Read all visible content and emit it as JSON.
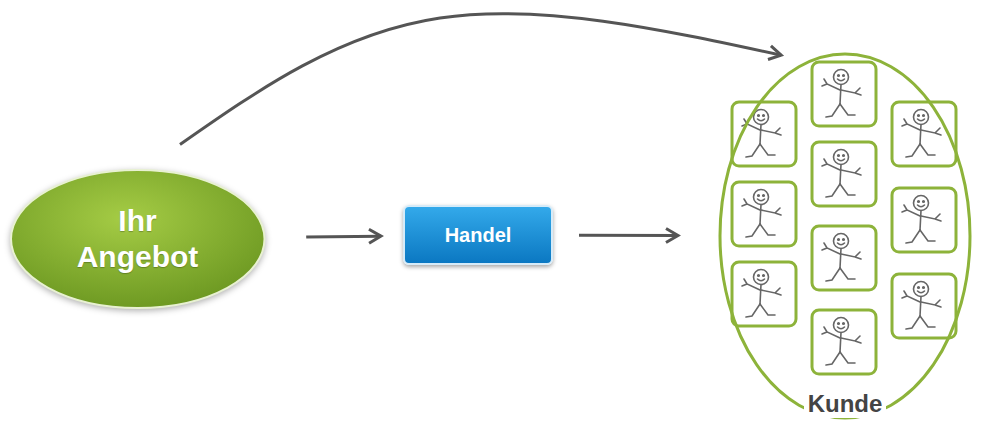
{
  "diagram": {
    "nodes": [
      {
        "text": [
          "Ihr Angebot"
        ]
      },
      {
        "text": [
          "Handel"
        ]
      },
      {
        "text": [
          "Kunde"
        ]
      }
    ],
    "edges": [
      {
        "from": 0,
        "to": 1,
        "arrow": "to"
      },
      {
        "from": 1,
        "to": 2,
        "arrow": "to"
      },
      {
        "from": 0,
        "to": 2,
        "arrow": "to"
      }
    ]
  }
}
